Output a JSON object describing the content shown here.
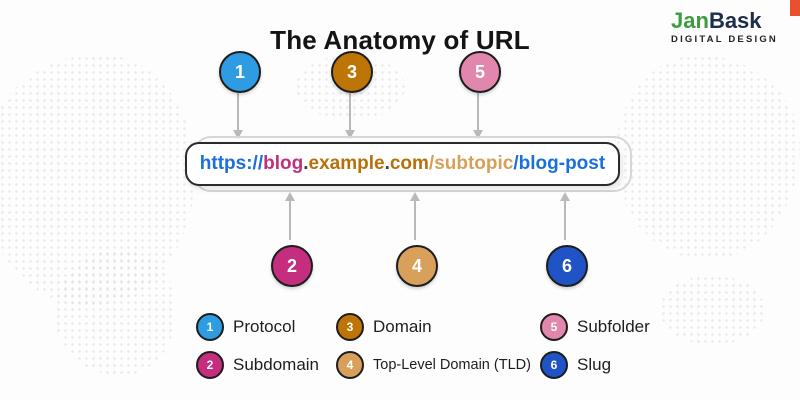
{
  "title": "The Anatomy of URL",
  "logo": {
    "name_part1": "Jan",
    "name_part2": "Bask",
    "tagline": "DIGITAL DESIGN"
  },
  "url": {
    "full": "https://blog.example.com/subtopic/blog-post",
    "parts": [
      {
        "text": "https://",
        "color": "#1a6fdf"
      },
      {
        "text": "blog",
        "color": "#c0307c"
      },
      {
        "text": ".",
        "color": "#3a3a3a"
      },
      {
        "text": "example",
        "color": "#b8700b"
      },
      {
        "text": ".",
        "color": "#3a3a3a"
      },
      {
        "text": "com",
        "color": "#b8700b"
      },
      {
        "text": "/subtopic",
        "color": "#d7a05a"
      },
      {
        "text": "/blog-post",
        "color": "#1a6fdf"
      }
    ]
  },
  "markers": [
    {
      "num": "1",
      "color": "#2d9ce0"
    },
    {
      "num": "3",
      "color": "#bf7506"
    },
    {
      "num": "5",
      "color": "#e186ad"
    },
    {
      "num": "2",
      "color": "#c52e7e"
    },
    {
      "num": "4",
      "color": "#d9a05c"
    },
    {
      "num": "6",
      "color": "#2053c5"
    }
  ],
  "legend": [
    {
      "num": "1",
      "label": "Protocol",
      "color": "#2d9ce0"
    },
    {
      "num": "3",
      "label": "Domain",
      "color": "#bf7506"
    },
    {
      "num": "5",
      "label": "Subfolder",
      "color": "#e186ad"
    },
    {
      "num": "2",
      "label": "Subdomain",
      "color": "#c52e7e"
    },
    {
      "num": "4",
      "label": "Top-Level Domain (TLD)",
      "color": "#d9a05c"
    },
    {
      "num": "6",
      "label": "Slug",
      "color": "#2053c5"
    }
  ]
}
